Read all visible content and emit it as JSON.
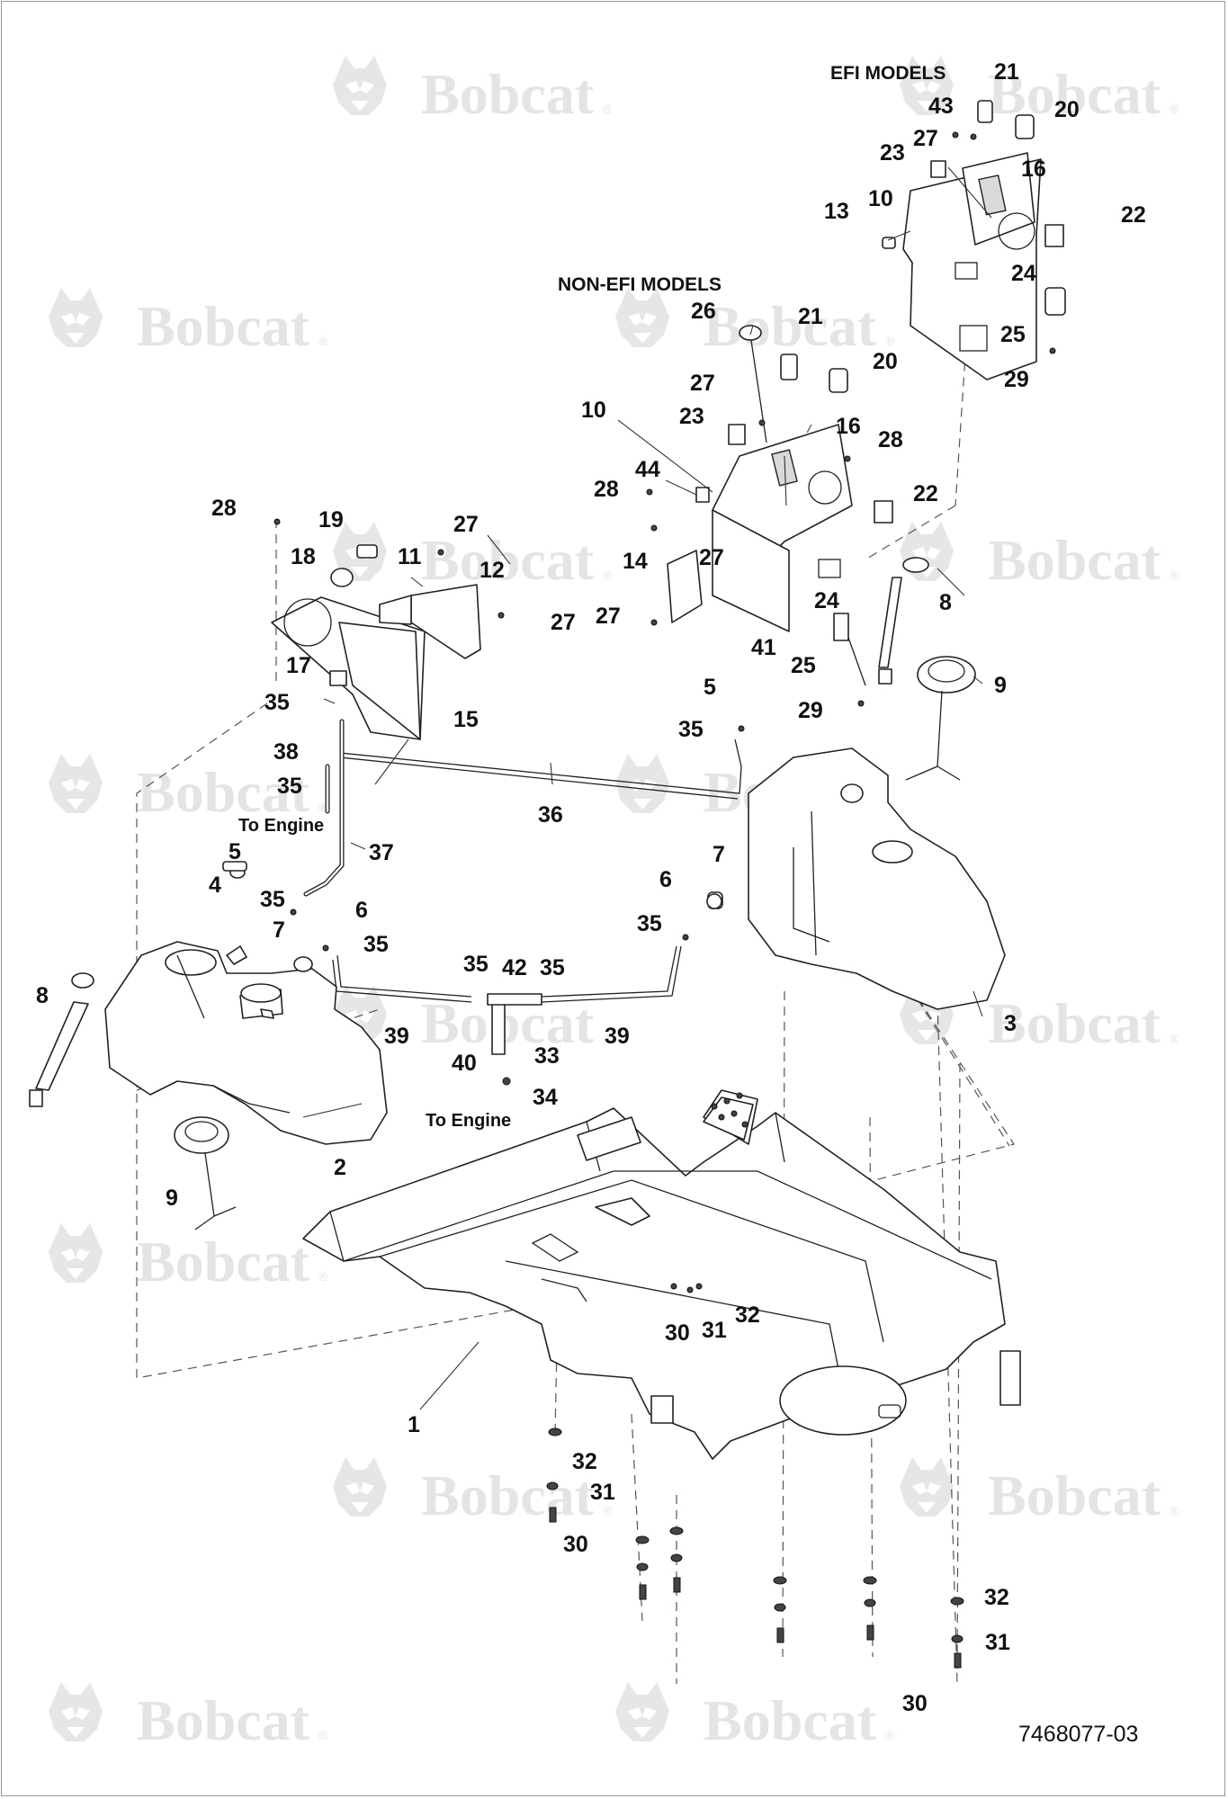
{
  "headers": {
    "efi": "EFI MODELS",
    "non_efi": "NON-EFI MODELS"
  },
  "notes": {
    "to_engine_1": "To Engine",
    "to_engine_2": "To Engine"
  },
  "doc_id": "7468077-03",
  "watermark": {
    "text": "Bobcat",
    "reg": "®",
    "icon": "bobcat-logo-icon",
    "color": "#e4e4e4"
  },
  "callouts": {
    "c21_efi": "21",
    "c43_efi": "43",
    "c20_efi": "20",
    "c23_efi": "23",
    "c27_efi": "27",
    "c16_efi": "16",
    "c13_efi": "13",
    "c10_efi": "10",
    "c22_efi": "22",
    "c24_efi": "24",
    "c25_efi": "25",
    "c29_efi": "29",
    "c26_non": "26",
    "c21_non": "21",
    "c20_non": "20",
    "c27_non": "27",
    "c23_non": "23",
    "c10_non": "10",
    "c16_non": "16",
    "c28_non": "28",
    "c44_non": "44",
    "c28b_non": "28",
    "c22_non": "22",
    "c14_non": "14",
    "c27b_non": "27",
    "c27c_non": "27",
    "c24_non": "24",
    "c41_non": "41",
    "c25_non": "25",
    "c29_non": "29",
    "c8_right": "8",
    "c9_right": "9",
    "c28_left": "28",
    "c19": "19",
    "c27_left": "27",
    "c18": "18",
    "c11": "11",
    "c12": "12",
    "c27_left2": "27",
    "c17": "17",
    "c35_a": "35",
    "c15": "15",
    "c5_right": "5",
    "c35_b": "35",
    "c38": "38",
    "c35_c": "35",
    "c36": "36",
    "c37": "37",
    "c5_left": "5",
    "c4": "4",
    "c35_d": "35",
    "c6_left": "6",
    "c7_left": "7",
    "c35_e": "35",
    "c7_right": "7",
    "c6_right": "6",
    "c35_f": "35",
    "c8_left": "8",
    "c35_g": "35",
    "c42": "42",
    "c35_h": "35",
    "c39_left": "39",
    "c39_right": "39",
    "c40": "40",
    "c33": "33",
    "c34": "34",
    "c3": "3",
    "c2": "2",
    "c9_left": "9",
    "c30_mid": "30",
    "c31_mid": "31",
    "c32_mid": "32",
    "c1": "1",
    "c32_low": "32",
    "c31_low": "31",
    "c30_low": "30",
    "c32_right": "32",
    "c31_right": "31",
    "c30_right": "30"
  }
}
